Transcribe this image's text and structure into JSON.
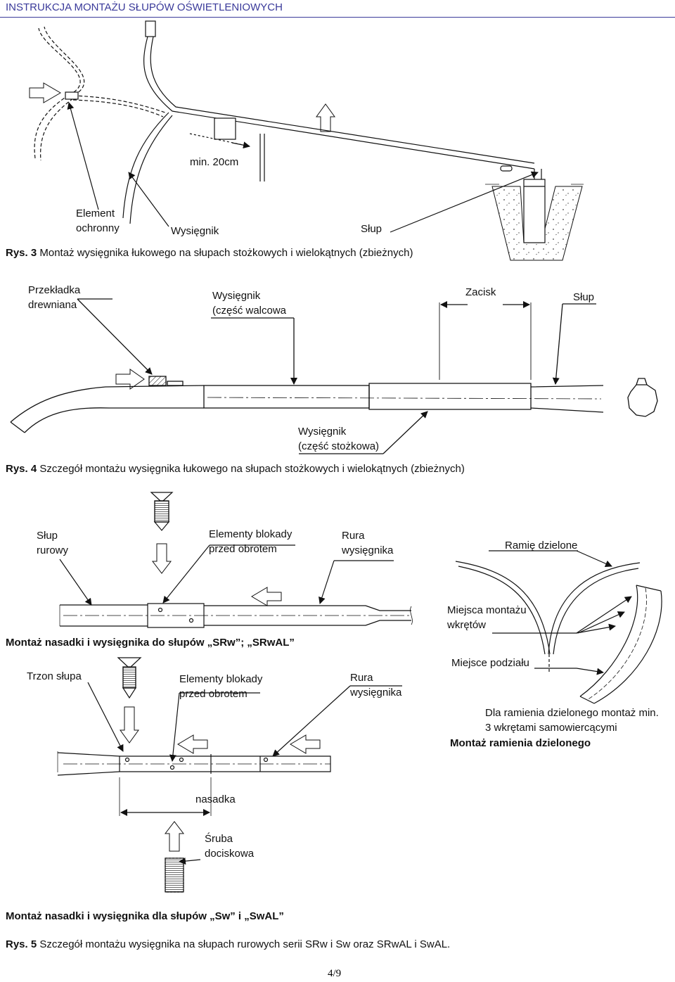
{
  "header": {
    "title": "INSTRUKCJA MONTAŻU SŁUPÓW OŚWIETLENIOWYCH"
  },
  "fig3": {
    "min_label": "min. 20cm",
    "element_label_1": "Element",
    "element_label_2": "ochronny",
    "wysiegnik_label": "Wysięgnik",
    "slup_label": "Słup",
    "caption_prefix": "Rys. 3",
    "caption_text": " Montaż wysięgnika łukowego na słupach stożkowych i wielokątnych (zbieżnych)"
  },
  "fig4": {
    "przekladka_1": "Przekładka",
    "przekladka_2": "drewniana",
    "wys_walcowa_1": "Wysięgnik",
    "wys_walcowa_2": "(część walcowa",
    "zacisk": "Zacisk",
    "slup": "Słup",
    "wys_stozkowa_1": "Wysięgnik",
    "wys_stozkowa_2": "(część stożkowa)",
    "caption_prefix": "Rys. 4",
    "caption_text": " Szczegół montażu wysięgnika łukowego na słupach stożkowych i wielokątnych (zbieżnych)"
  },
  "fig5": {
    "slup_rurowy_1": "Słup",
    "slup_rurowy_2": "rurowy",
    "elementy_1": "Elementy blokady",
    "elementy_2": "przed obrotem",
    "rura_1": "Rura",
    "rura_2": "wysięgnika",
    "ramie": "Ramię dzielone",
    "miejsca_1": "Miejsca montażu",
    "miejsca_2": "wkrętów",
    "montaz_srw": "Montaż nasadki i wysięgnika do słupów „SRw”; „SRwAL”",
    "miejsce_podzialu": "Miejsce podziału",
    "trzon": "Trzon słupa",
    "elementy_b_1": "Elementy blokady",
    "elementy_b_2": "przed obrotem",
    "rura_b_1": "Rura",
    "rura_b_2": "wysięgnika",
    "dla_ramienia_1": "Dla ramienia dzielonego montaż min.",
    "dla_ramienia_2": "3 wkrętami samowiercącymi",
    "montaz_ramienia": "Montaż ramienia dzielonego",
    "nasadka": "nasadka",
    "sruba_1": "Śruba",
    "sruba_2": "dociskowa",
    "montaz_sw": "Montaż nasadki i wysięgnika dla słupów „Sw” i „SwAL”",
    "caption_prefix": "Rys. 5",
    "caption_text": " Szczegół montażu wysięgnika na słupach rurowych serii SRw i Sw oraz SRwAL i SwAL."
  },
  "footer": {
    "page": "4/9"
  }
}
